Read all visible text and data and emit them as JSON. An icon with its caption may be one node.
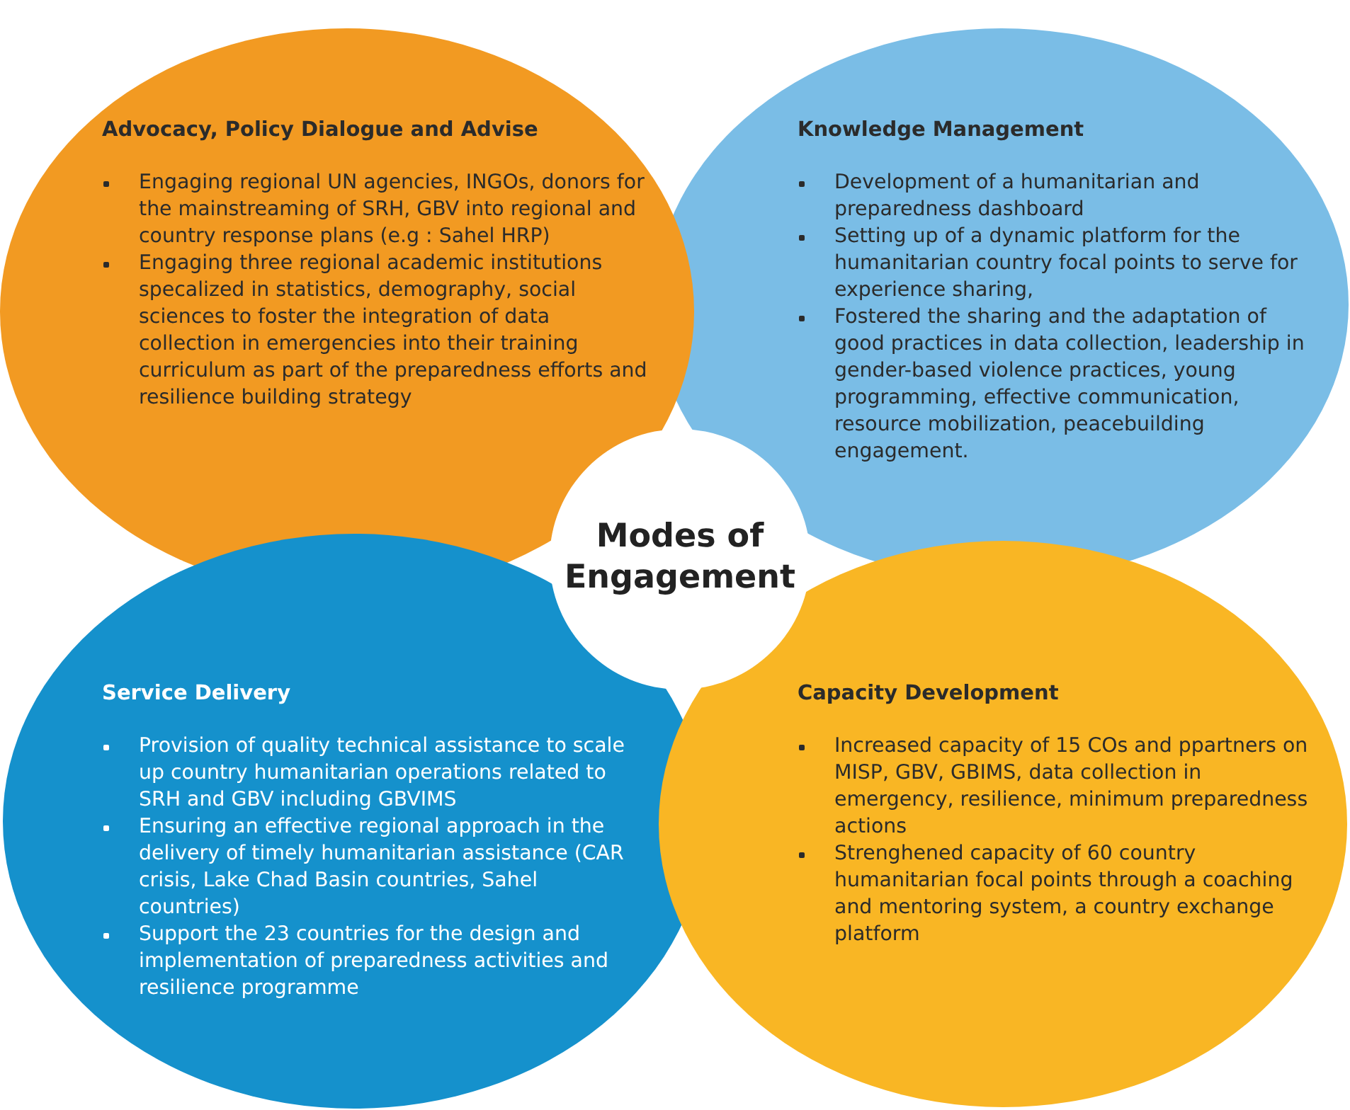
{
  "diagram": {
    "nodes": [
      {
        "text": [
          "Advocacy, Policy Dialogue and Advise",
          "Engaging regional UN agencies, INGOs, donors for the mainstreaming of SRH, GBV into regional and country response plans (e.g : Sahel HRP)",
          "Engaging three regional academic institutions specalized in statistics, demography, social sciences to foster the integration of data collection in emergencies into their training curriculum as part of the preparedness efforts and resilience building strategy"
        ]
      },
      {
        "text": [
          "Knowledge Management",
          "Development of a humanitarian and preparedness dashboard",
          "Setting up of a dynamic platform for the humanitarian country focal points to serve for experience sharing,",
          "Fostered the sharing and the adaptation of good practices in data collection, leadership in gender-based violence practices, young programming, effective communication, resource mobilization, peacebuilding engagement."
        ]
      },
      {
        "text": [
          "Modes of Engagement"
        ]
      },
      {
        "text": [
          "Service Delivery",
          "Provision of quality technical assistance to scale up country humanitarian operations related to SRH and GBV including GBVIMS",
          "Ensuring an effective regional approach in the delivery of timely humanitarian assistance (CAR crisis, Lake Chad Basin countries, Sahel countries)",
          "Support the 23 countries for the design and implementation of preparedness activities and resilience programme"
        ]
      },
      {
        "text": [
          "Capacity Development",
          "Increased capacity of 15 COs and ppartners on MISP, GBV, GBIMS, data collection in emergency, resilience, minimum preparedness actions",
          "Strenghened capacity of 60 country humanitarian focal points through a coaching and mentoring system, a country exchange platform"
        ]
      }
    ]
  }
}
